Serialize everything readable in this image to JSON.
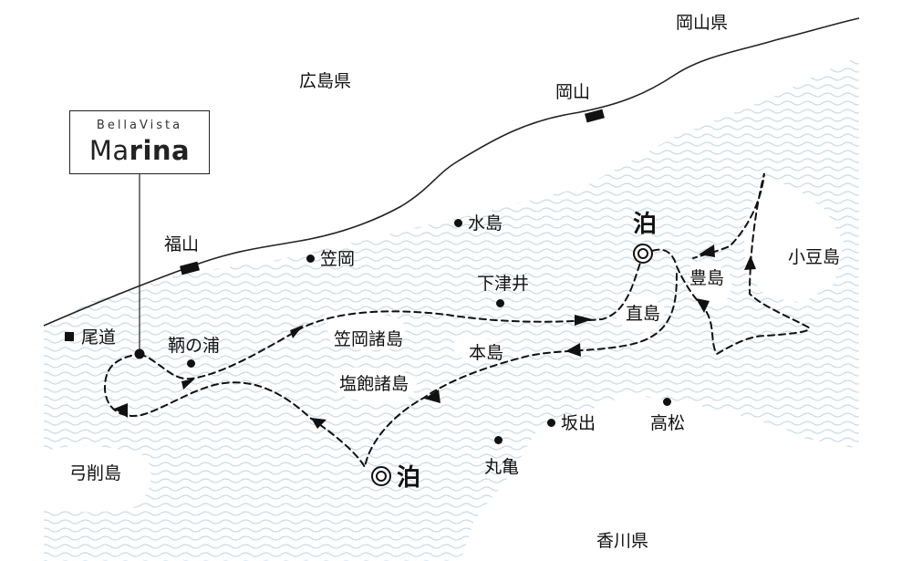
{
  "prefectures": {
    "okayama": "岡山県",
    "hiroshima": "広島県",
    "kagawa": "香川県"
  },
  "stations": {
    "okayama": "岡山",
    "fukuyama": "福山"
  },
  "places": {
    "mizushima": "水島",
    "kasaoka": "笠岡",
    "shimotsui": "下津井",
    "sakaide": "坂出",
    "takamatsu": "高松",
    "marugame": "丸亀",
    "tomonoura": "鞆の浦",
    "onomichi": "尾道"
  },
  "islands": {
    "shodoshima": "小豆島",
    "teshima": "豊島",
    "naoshima": "直島",
    "honjima": "本島",
    "kasaoka_islands": "笠岡諸島",
    "shiwaku_islands": "塩飽諸島",
    "yuge_island": "弓削島"
  },
  "overnight_stops": {
    "north": "泊",
    "south": "泊"
  },
  "logo": {
    "top": "BellaVista",
    "main_light": "Ma",
    "main_bold": "rina"
  },
  "colors": {
    "sea_wave": "#c9dcea",
    "land_line": "#222222",
    "route": "#111111",
    "background": "#ffffff"
  }
}
